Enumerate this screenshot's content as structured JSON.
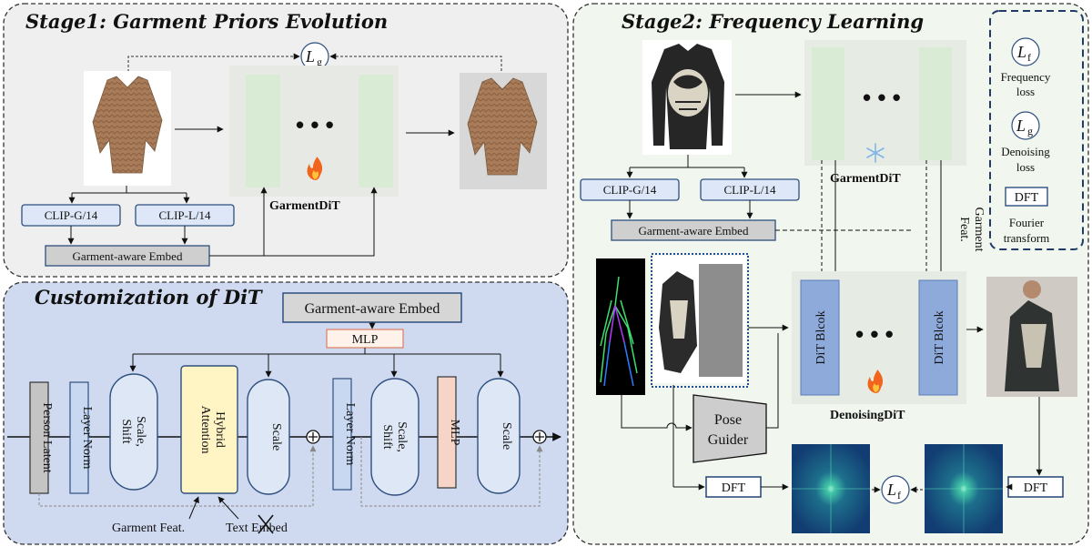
{
  "stage1": {
    "title": "Stage1: Garment Priors Evolution",
    "loss_symbol": "L",
    "loss_sub": "g",
    "clip_g": "CLIP-G/14",
    "clip_l": "CLIP-L/14",
    "embed": "Garment-aware Embed",
    "dit_name": "GarmentDiT",
    "dots": "• • •"
  },
  "stage2": {
    "title": "Stage2: Frequency Learning",
    "clip_g": "CLIP-G/14",
    "clip_l": "CLIP-L/14",
    "embed": "Garment-aware Embed",
    "garment_dit": "GarmentDiT",
    "garment_feat_1": "Garment",
    "garment_feat_2": "Feat.",
    "dit_block_1": "DiT Blcok",
    "dit_block_2": "DiT Blcok",
    "dots": "• • •",
    "denoising_dit": "DenoisingDiT",
    "pose_guider_1": "Pose",
    "pose_guider_2": "Guider",
    "dft_left": "DFT",
    "dft_right": "DFT",
    "lf_symbol": "L",
    "lf_sub": "f",
    "legend": {
      "lf_symbol": "L",
      "lf_sub": "f",
      "lf_text_1": "Frequency",
      "lf_text_2": "loss",
      "lg_symbol": "L",
      "lg_sub": "g",
      "lg_text_1": "Denoising",
      "lg_text_2": "loss",
      "dft": "DFT",
      "dft_text_1": "Fourier",
      "dft_text_2": "transform"
    }
  },
  "custom": {
    "title": "Customization of DiT",
    "embed": "Garment-aware Embed",
    "mlp_top": "MLP",
    "person_latent": "Person Latent",
    "layer_norm_1": "Layer Norm",
    "scale_shift_1a": "Scale,",
    "scale_shift_1b": "Shift",
    "hybrid_1": "Hybrid",
    "hybrid_2": "Attention",
    "scale_1": "Scale",
    "layer_norm_2": "Layer Norm",
    "scale_shift_2a": "Scale,",
    "scale_shift_2b": "Shift",
    "mlp_mid": "MLP",
    "scale_2": "Scale",
    "garment_feat": "Garment Feat.",
    "text_embed": "Text Embed",
    "plus": "+"
  },
  "colors": {
    "stage1_bg": "#efefef",
    "stage2_bg": "#f1f6ee",
    "custom_bg": "#cfdaf0",
    "clip_box": "#dde7f7",
    "embed_box": "#cfcfcf",
    "dit_col": "#d9ead5",
    "dit_block": "#8eaadb",
    "hybrid": "#fff4c4",
    "mlp": "#f6d5c8",
    "layer_norm": "#c7d8f0",
    "scale": "#dde7f5",
    "box_stroke": "#2f4f7f"
  }
}
